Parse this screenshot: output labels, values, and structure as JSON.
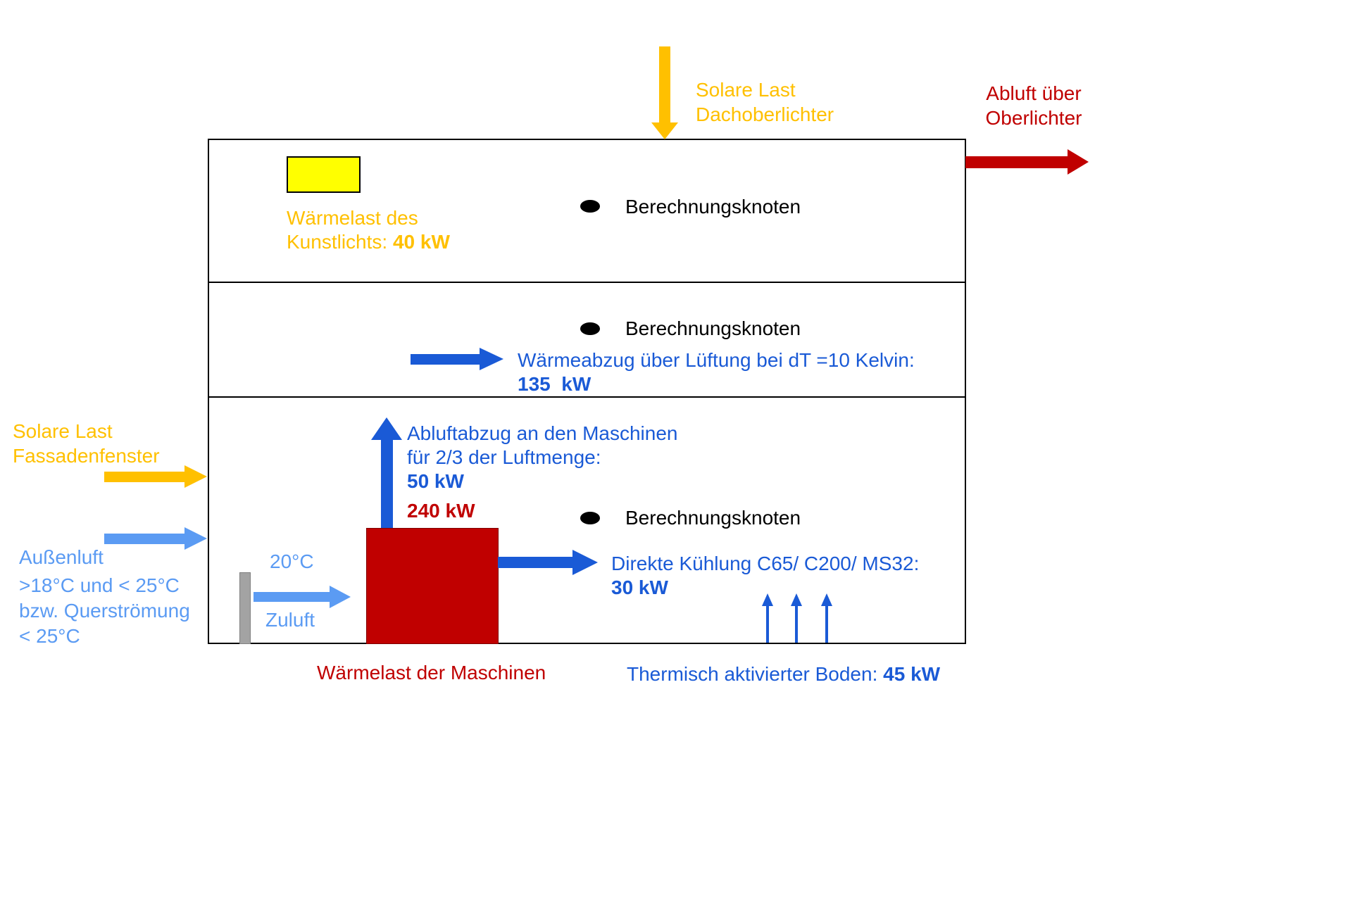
{
  "colors": {
    "orange": "#FFC000",
    "yellow": "#FFFF00",
    "blue": "#1A5AD6",
    "light_blue": "#5B9BF3",
    "dark_red": "#C00000",
    "black": "#000000"
  },
  "outside": {
    "solar_roof_line1": "Solare Last",
    "solar_roof_line2": "Dachoberlichter",
    "exhaust_line1": "Abluft über",
    "exhaust_line2": "Oberlichter",
    "solar_facade_line1": "Solare Last",
    "solar_facade_line2": "Fassadenfenster",
    "outdoor_air_line1": "Außenluft",
    "outdoor_air_line2": ">18°C und < 25°C",
    "outdoor_air_line3": "bzw. Querströmung",
    "outdoor_air_line4": "< 25°C"
  },
  "top_zone": {
    "light_label_line1": "Wärmelast des",
    "light_label_prefix": "Kunstlichts: ",
    "light_value": "40 kW",
    "node_label": "Berechnungsknoten"
  },
  "middle_zone": {
    "node_label": "Berechnungsknoten",
    "vent_label": "Wärmeabzug über Lüftung bei dT =10 Kelvin:",
    "vent_value": "135  kW"
  },
  "bottom_zone": {
    "exhaust_line1": "Abluftabzug an den Maschinen",
    "exhaust_line2": "für 2/3 der Luftmenge:",
    "exhaust_value": "50 kW",
    "machine_value": "240 kW",
    "node_label": "Berechnungsknoten",
    "cooling_label": "Direkte Kühlung C65/ C200/ MS32:",
    "cooling_value": "30 kW",
    "supply_temp": "20°C",
    "supply_label": "Zuluft"
  },
  "captions": {
    "machine_caption": "Wärmelast der Maschinen",
    "floor_prefix": "Thermisch aktivierter Boden: ",
    "floor_value": "45 kW"
  }
}
